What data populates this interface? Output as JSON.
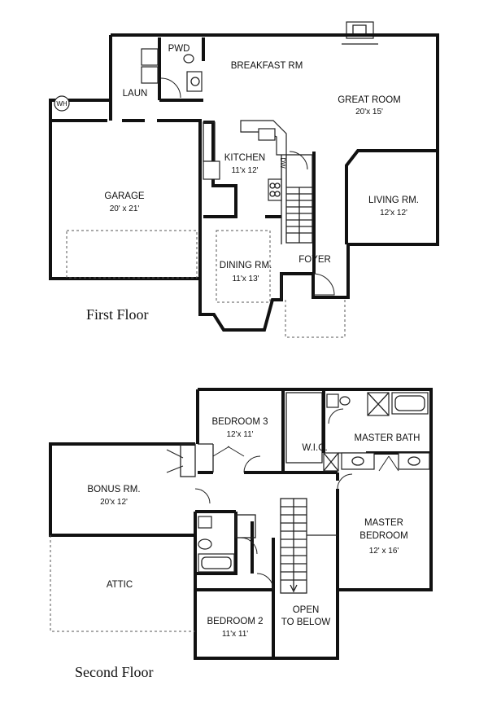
{
  "first_floor": {
    "caption": "First Floor",
    "rooms": {
      "breakfast": {
        "name": "BREAKFAST RM"
      },
      "great": {
        "name": "GREAT ROOM",
        "dims": "20'x 15'"
      },
      "pwd": {
        "name": "PWD"
      },
      "laun": {
        "name": "LAUN"
      },
      "garage": {
        "name": "GARAGE",
        "dims": "20' x 21'"
      },
      "kitchen": {
        "name": "KITCHEN",
        "dims": "11'x 12'"
      },
      "living": {
        "name": "LIVING RM.",
        "dims": "12'x 12'"
      },
      "dining": {
        "name": "DINING RM.",
        "dims": "11'x 13'"
      },
      "foyer": {
        "name": "FOYER"
      }
    },
    "tags": {
      "water_heater": "WH",
      "dishwasher": "DW"
    }
  },
  "second_floor": {
    "caption": "Second Floor",
    "rooms": {
      "bedroom3": {
        "name": "BEDROOM 3",
        "dims": "12'x 11'"
      },
      "wic": {
        "name": "W.I.C."
      },
      "mbath": {
        "name": "MASTER BATH"
      },
      "bonus": {
        "name": "BONUS RM.",
        "dims": "20'x 12'"
      },
      "mbedroom": {
        "name": "MASTER",
        "name2": "BEDROOM",
        "dims": "12' x 16'"
      },
      "attic": {
        "name": "ATTIC"
      },
      "bedroom2": {
        "name": "BEDROOM 2",
        "dims": "11'x 11'"
      },
      "open": {
        "line1": "OPEN",
        "line2": "TO BELOW"
      }
    }
  }
}
